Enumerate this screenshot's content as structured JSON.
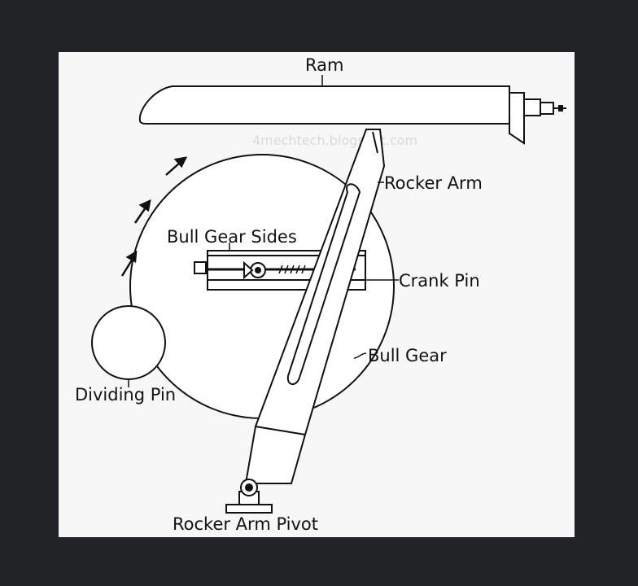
{
  "labels": {
    "ram": "Ram",
    "rocker_arm": "Rocker Arm",
    "bull_gear_sides": "Bull Gear Sides",
    "crank_pin": "Crank Pin",
    "bull_gear": "Bull Gear",
    "dividing_pin": "Dividing Pin",
    "rocker_arm_pivot": "Rocker Arm Pivot"
  },
  "watermark": "4mechtech.blogspot.com",
  "colors": {
    "background": "#222327",
    "panel": "#f7f7f7",
    "ink": "#111111"
  }
}
